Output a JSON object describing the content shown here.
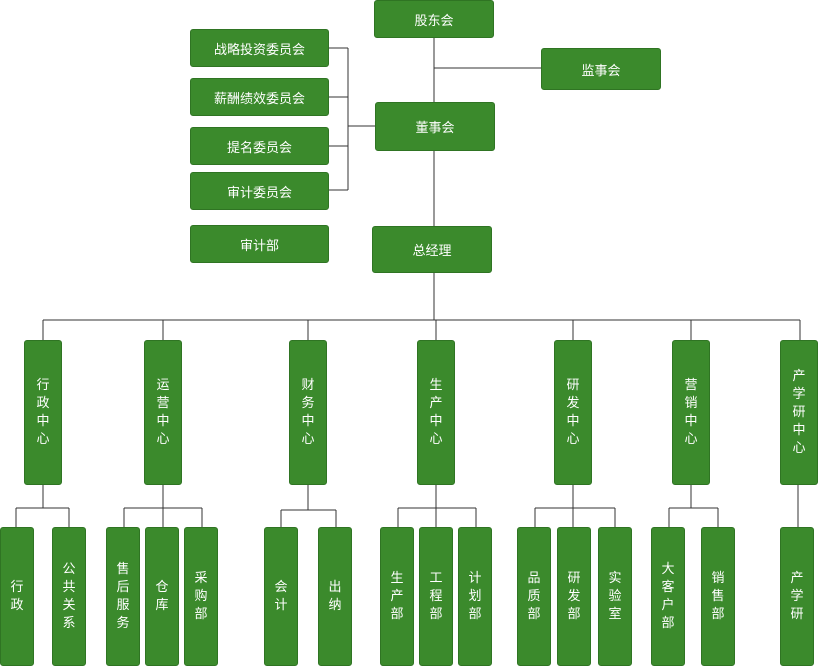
{
  "top": {
    "shareholders": "股东会",
    "supervisors": "监事会",
    "board": "董事会",
    "gm": "总经理"
  },
  "committees": [
    "战略投资委员会",
    "薪酬绩效委员会",
    "提名委员会",
    "审计委员会"
  ],
  "audit_dept": "审计部",
  "centers": [
    "行政中心",
    "运营中心",
    "财务中心",
    "生产中心",
    "研发中心",
    "营销中心",
    "产学研中心"
  ],
  "departments": {
    "admin": [
      "行政",
      "公共关系"
    ],
    "ops": [
      "售后服务",
      "仓库",
      "采购部"
    ],
    "finance": [
      "会计",
      "出纳"
    ],
    "production": [
      "生产部",
      "工程部",
      "计划部"
    ],
    "rnd": [
      "品质部",
      "研发部",
      "实验室"
    ],
    "marketing": [
      "大客户部",
      "销售部"
    ],
    "iur": [
      "产学研"
    ]
  }
}
